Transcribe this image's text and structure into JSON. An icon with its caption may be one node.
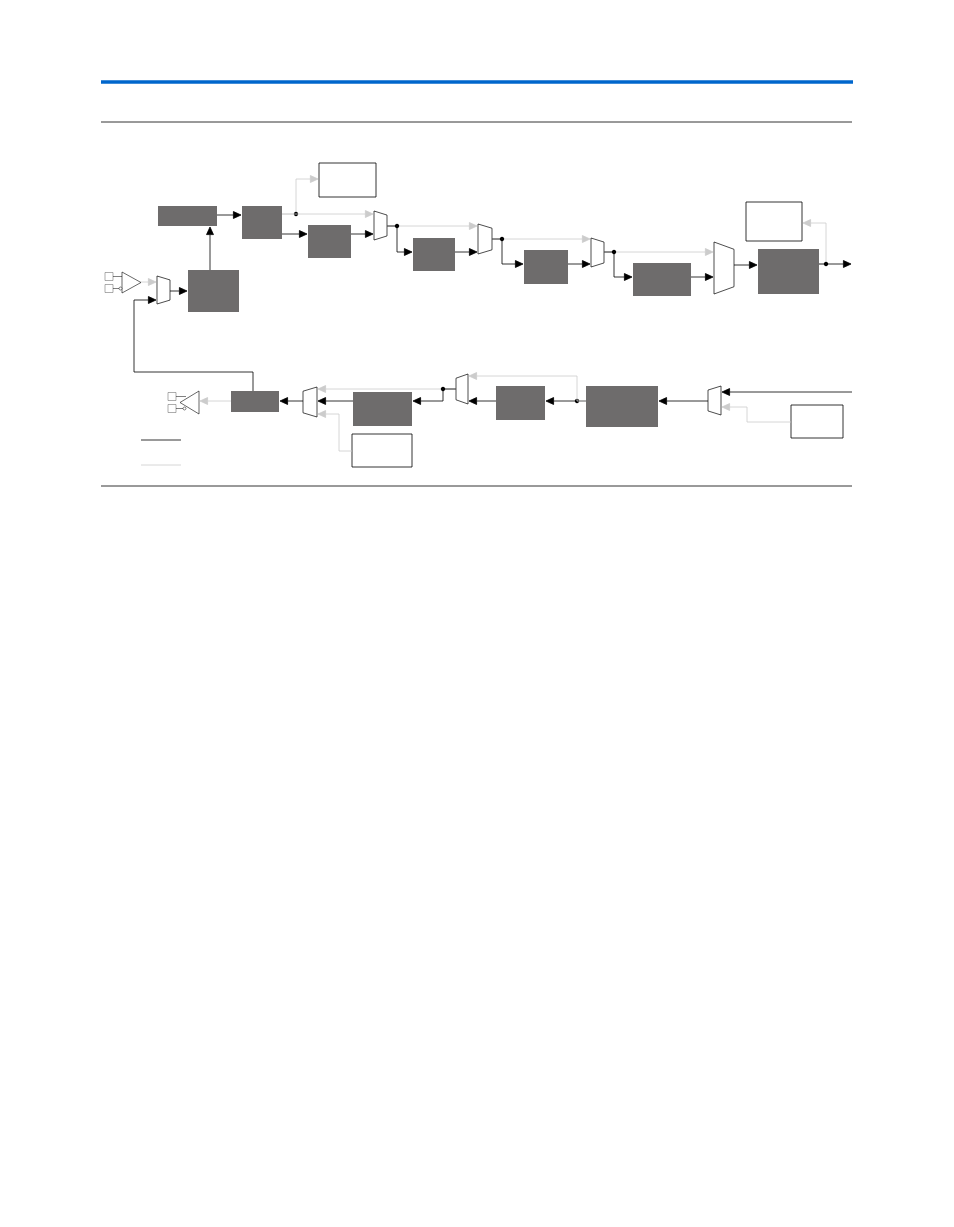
{
  "diagram": {
    "nodes": [
      {
        "text": [],
        "shape": "triangle"
      },
      {
        "text": [],
        "shape": "trapezoid"
      },
      {
        "text": [],
        "shape": "box"
      },
      {
        "text": [],
        "shape": "box"
      },
      {
        "text": [],
        "shape": "box"
      },
      {
        "text": [],
        "shape": "box"
      },
      {
        "text": [],
        "shape": "box"
      },
      {
        "text": [],
        "shape": "trapezoid"
      },
      {
        "text": [],
        "shape": "box"
      },
      {
        "text": [],
        "shape": "trapezoid"
      },
      {
        "text": [],
        "shape": "box"
      },
      {
        "text": [],
        "shape": "trapezoid"
      },
      {
        "text": [],
        "shape": "box"
      },
      {
        "text": [],
        "shape": "trapezoid"
      },
      {
        "text": [],
        "shape": "box"
      },
      {
        "text": [],
        "shape": "box"
      },
      {
        "text": [],
        "shape": "triangle"
      },
      {
        "text": [],
        "shape": "box"
      },
      {
        "text": [],
        "shape": "trapezoid"
      },
      {
        "text": [],
        "shape": "box"
      },
      {
        "text": [],
        "shape": "box"
      },
      {
        "text": [],
        "shape": "trapezoid"
      },
      {
        "text": [],
        "shape": "box"
      },
      {
        "text": [],
        "shape": "box"
      },
      {
        "text": [],
        "shape": "trapezoid"
      },
      {
        "text": [],
        "shape": "box"
      }
    ],
    "edges": [
      {
        "from": 0,
        "to": 1,
        "arrow": "to",
        "color": "#cccccc"
      },
      {
        "from": 17,
        "to": 1,
        "arrow": "to"
      },
      {
        "from": 1,
        "to": 3,
        "arrow": "to"
      },
      {
        "from": 3,
        "to": 2,
        "arrow": "to"
      },
      {
        "from": 2,
        "to": 4,
        "arrow": "to"
      },
      {
        "from": 4,
        "to": 6,
        "arrow": "to",
        "color": "#cccccc"
      },
      {
        "from": 4,
        "to": 7,
        "arrow": "to",
        "color": "#cccccc"
      },
      {
        "from": 4,
        "to": 5,
        "arrow": "to"
      },
      {
        "from": 5,
        "to": 7,
        "arrow": "to"
      },
      {
        "from": 7,
        "to": 9,
        "arrow": "to",
        "color": "#cccccc"
      },
      {
        "from": 7,
        "to": 8,
        "arrow": "to"
      },
      {
        "from": 8,
        "to": 9,
        "arrow": "to"
      },
      {
        "from": 9,
        "to": 11,
        "arrow": "to",
        "color": "#cccccc"
      },
      {
        "from": 9,
        "to": 10,
        "arrow": "to"
      },
      {
        "from": 10,
        "to": 11,
        "arrow": "to"
      },
      {
        "from": 11,
        "to": 13,
        "arrow": "to",
        "color": "#cccccc"
      },
      {
        "from": 11,
        "to": 12,
        "arrow": "to"
      },
      {
        "from": 12,
        "to": 13,
        "arrow": "to"
      },
      {
        "from": 13,
        "to": 15,
        "arrow": "to"
      },
      {
        "from": 15,
        "to": 14,
        "arrow": "to",
        "color": "#cccccc"
      },
      {
        "from": 15,
        "to": null,
        "arrow": "to"
      },
      {
        "from": null,
        "to": 24,
        "arrow": "to"
      },
      {
        "from": 25,
        "to": 24,
        "arrow": "to",
        "color": "#cccccc"
      },
      {
        "from": 24,
        "to": 23,
        "arrow": "to"
      },
      {
        "from": 23,
        "to": 22,
        "arrow": "to"
      },
      {
        "from": 23,
        "to": 21,
        "arrow": "to",
        "color": "#cccccc"
      },
      {
        "from": 22,
        "to": 21,
        "arrow": "to"
      },
      {
        "from": 21,
        "to": 18,
        "arrow": "to",
        "color": "#cccccc"
      },
      {
        "from": 21,
        "to": 19,
        "arrow": "to"
      },
      {
        "from": 19,
        "to": 18,
        "arrow": "to"
      },
      {
        "from": 20,
        "to": 18,
        "arrow": "to",
        "color": "#cccccc"
      },
      {
        "from": 18,
        "to": 17,
        "arrow": "to"
      },
      {
        "from": 17,
        "to": 16,
        "arrow": "to",
        "color": "#cccccc"
      }
    ]
  }
}
